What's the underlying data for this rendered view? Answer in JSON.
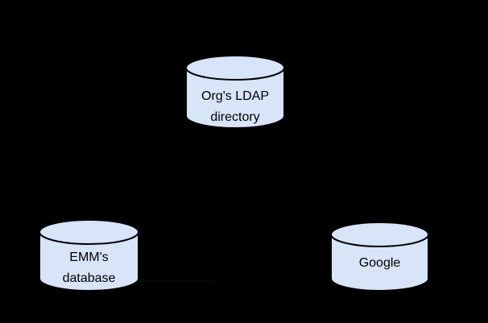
{
  "colors": {
    "background": "#000000",
    "node_fill": "#d8e4f8",
    "node_stroke": "#000000",
    "label_text": "#000000",
    "faint_connector": "#121212"
  },
  "diagram": {
    "nodes": [
      {
        "id": "orgs-ldap-directory",
        "shape": "cylinder",
        "label_lines": [
          "Org's LDAP",
          "directory"
        ]
      },
      {
        "id": "emms-database",
        "shape": "cylinder",
        "label_lines": [
          "EMM's",
          "database"
        ]
      },
      {
        "id": "google",
        "shape": "cylinder",
        "label_lines": [
          "Google"
        ]
      }
    ]
  }
}
